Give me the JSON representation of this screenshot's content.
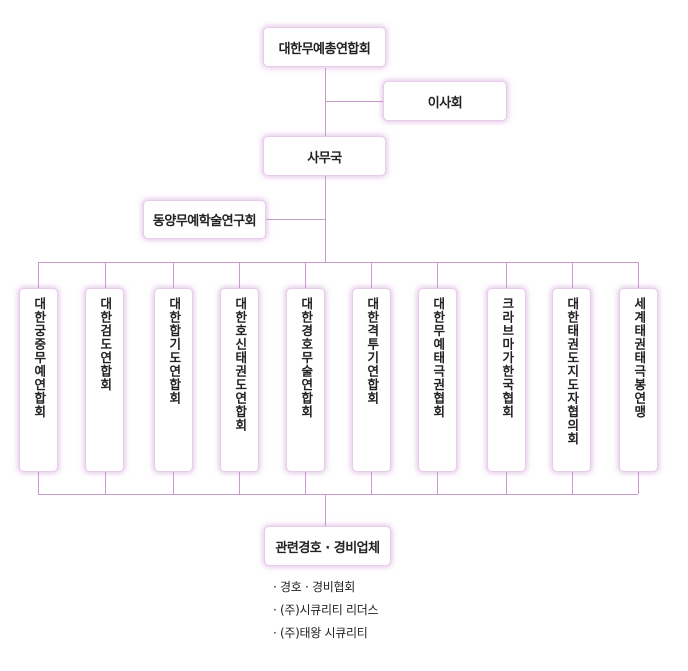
{
  "top": {
    "label": "대한무예총연합회"
  },
  "board": {
    "label": "이사회"
  },
  "secretariat": {
    "label": "사무국"
  },
  "institute": {
    "label": "동양무예학술연구회"
  },
  "members": [
    {
      "label": "대한궁중무예연합회"
    },
    {
      "label": "대한검도연합회"
    },
    {
      "label": "대한합기도연합회"
    },
    {
      "label": "대한호신태권도연합회"
    },
    {
      "label": "대한경호무술연합회"
    },
    {
      "label": "대한격투기연합회"
    },
    {
      "label": "대한무예태극권협회"
    },
    {
      "label": "크라브마가한국협회"
    },
    {
      "label": "대한태권도지도자협의회"
    },
    {
      "label": "세계태권태극봉연맹"
    }
  ],
  "security": {
    "label": "관련경호 · 경비업체",
    "items": [
      "· 경호 · 경비협회",
      "· (주)시큐리티 리더스",
      "· (주)태왕 시큐리티"
    ]
  },
  "colors": {
    "line": "#c79acb",
    "glow": "#d49adb"
  }
}
